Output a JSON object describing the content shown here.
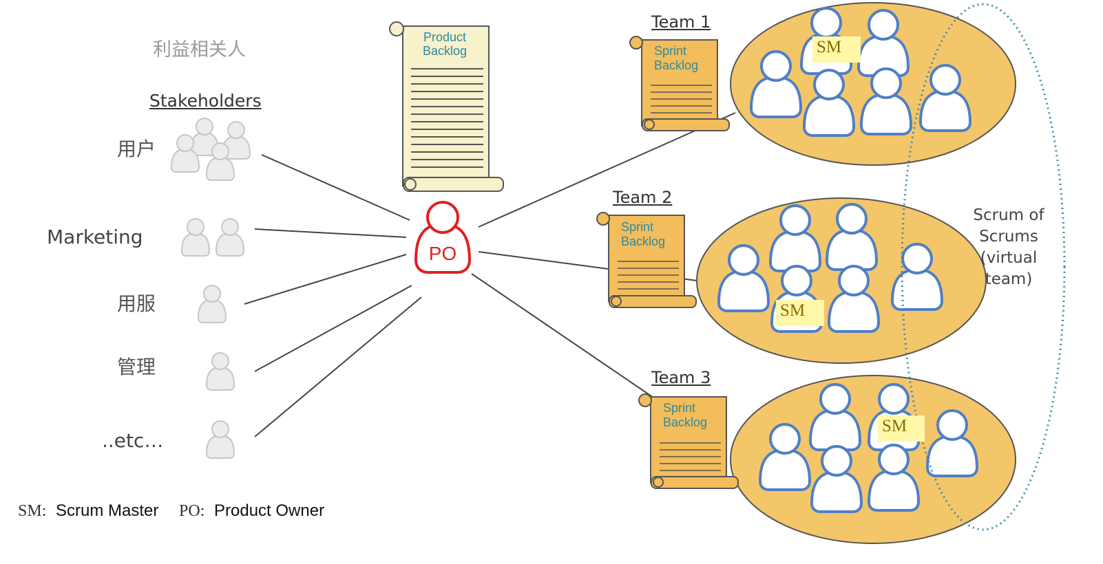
{
  "stakeholders_cn_title": "利益相关人",
  "stakeholders_title": "Stakeholders",
  "stakeholders": [
    {
      "label": "用户"
    },
    {
      "label": "Marketing"
    },
    {
      "label": "用服"
    },
    {
      "label": "管理"
    },
    {
      "label": "..etc…"
    }
  ],
  "product_backlog": {
    "line1": "Product",
    "line2": "Backlog"
  },
  "po_label": "PO",
  "teams": [
    {
      "title": "Team 1",
      "backlog_line1": "Sprint",
      "backlog_line2": "Backlog",
      "sm": "SM"
    },
    {
      "title": "Team 2",
      "backlog_line1": "Sprint",
      "backlog_line2": "Backlog",
      "sm": "SM"
    },
    {
      "title": "Team 3",
      "backlog_line1": "Sprint",
      "backlog_line2": "Backlog",
      "sm": "SM"
    }
  ],
  "scrum_of_scrums": [
    "Scrum of",
    "Scrums",
    "(virtual",
    "team)"
  ],
  "legend": {
    "sm_key": "SM:",
    "sm_value": "Scrum Master",
    "po_key": "PO:",
    "po_value": "Product Owner"
  },
  "colors": {
    "scroll_fill": "#f2bd5a",
    "product_scroll_fill": "#f7f1cc",
    "team_ellipse": "#f3c66a",
    "person_fill": "#ffffff",
    "person_outline": "#4f7fc6",
    "po_red": "#e02020",
    "stakeholder_gray": "#d9d9d9",
    "dotted_ellipse": "#3a8aaa",
    "sm_highlight": "#fff8a8"
  }
}
